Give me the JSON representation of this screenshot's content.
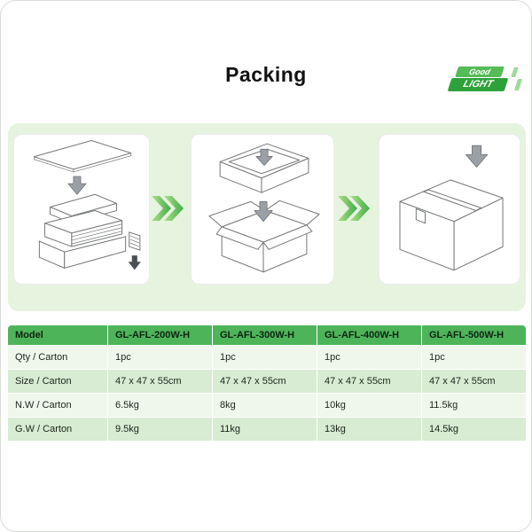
{
  "title": "Packing",
  "logo": {
    "top": "Good",
    "bottom": "LIGHT"
  },
  "colors": {
    "accent_green": "#3fae49",
    "panel_bg": "#e6f3df",
    "table_header_bg": "#4eb45a",
    "row_light": "#eff7ea",
    "row_dark": "#d7ecd2"
  },
  "steps": {
    "count": 3,
    "names": [
      "place-foam-on-light",
      "insert-into-carton",
      "sealed-carton"
    ]
  },
  "table": {
    "headers": [
      "Model",
      "GL-AFL-200W-H",
      "GL-AFL-300W-H",
      "GL-AFL-400W-H",
      "GL-AFL-500W-H"
    ],
    "rows": [
      {
        "label": "Qty / Carton",
        "values": [
          "1pc",
          "1pc",
          "1pc",
          "1pc"
        ]
      },
      {
        "label": "Size /  Carton",
        "values": [
          "47 x 47 x 55cm",
          "47 x 47 x 55cm",
          "47 x 47 x 55cm",
          "47 x 47 x 55cm"
        ]
      },
      {
        "label": "N.W / Carton",
        "values": [
          "6.5kg",
          "8kg",
          "10kg",
          "11.5kg"
        ]
      },
      {
        "label": "G.W / Carton",
        "values": [
          "9.5kg",
          "11kg",
          "13kg",
          "14.5kg"
        ]
      }
    ]
  }
}
